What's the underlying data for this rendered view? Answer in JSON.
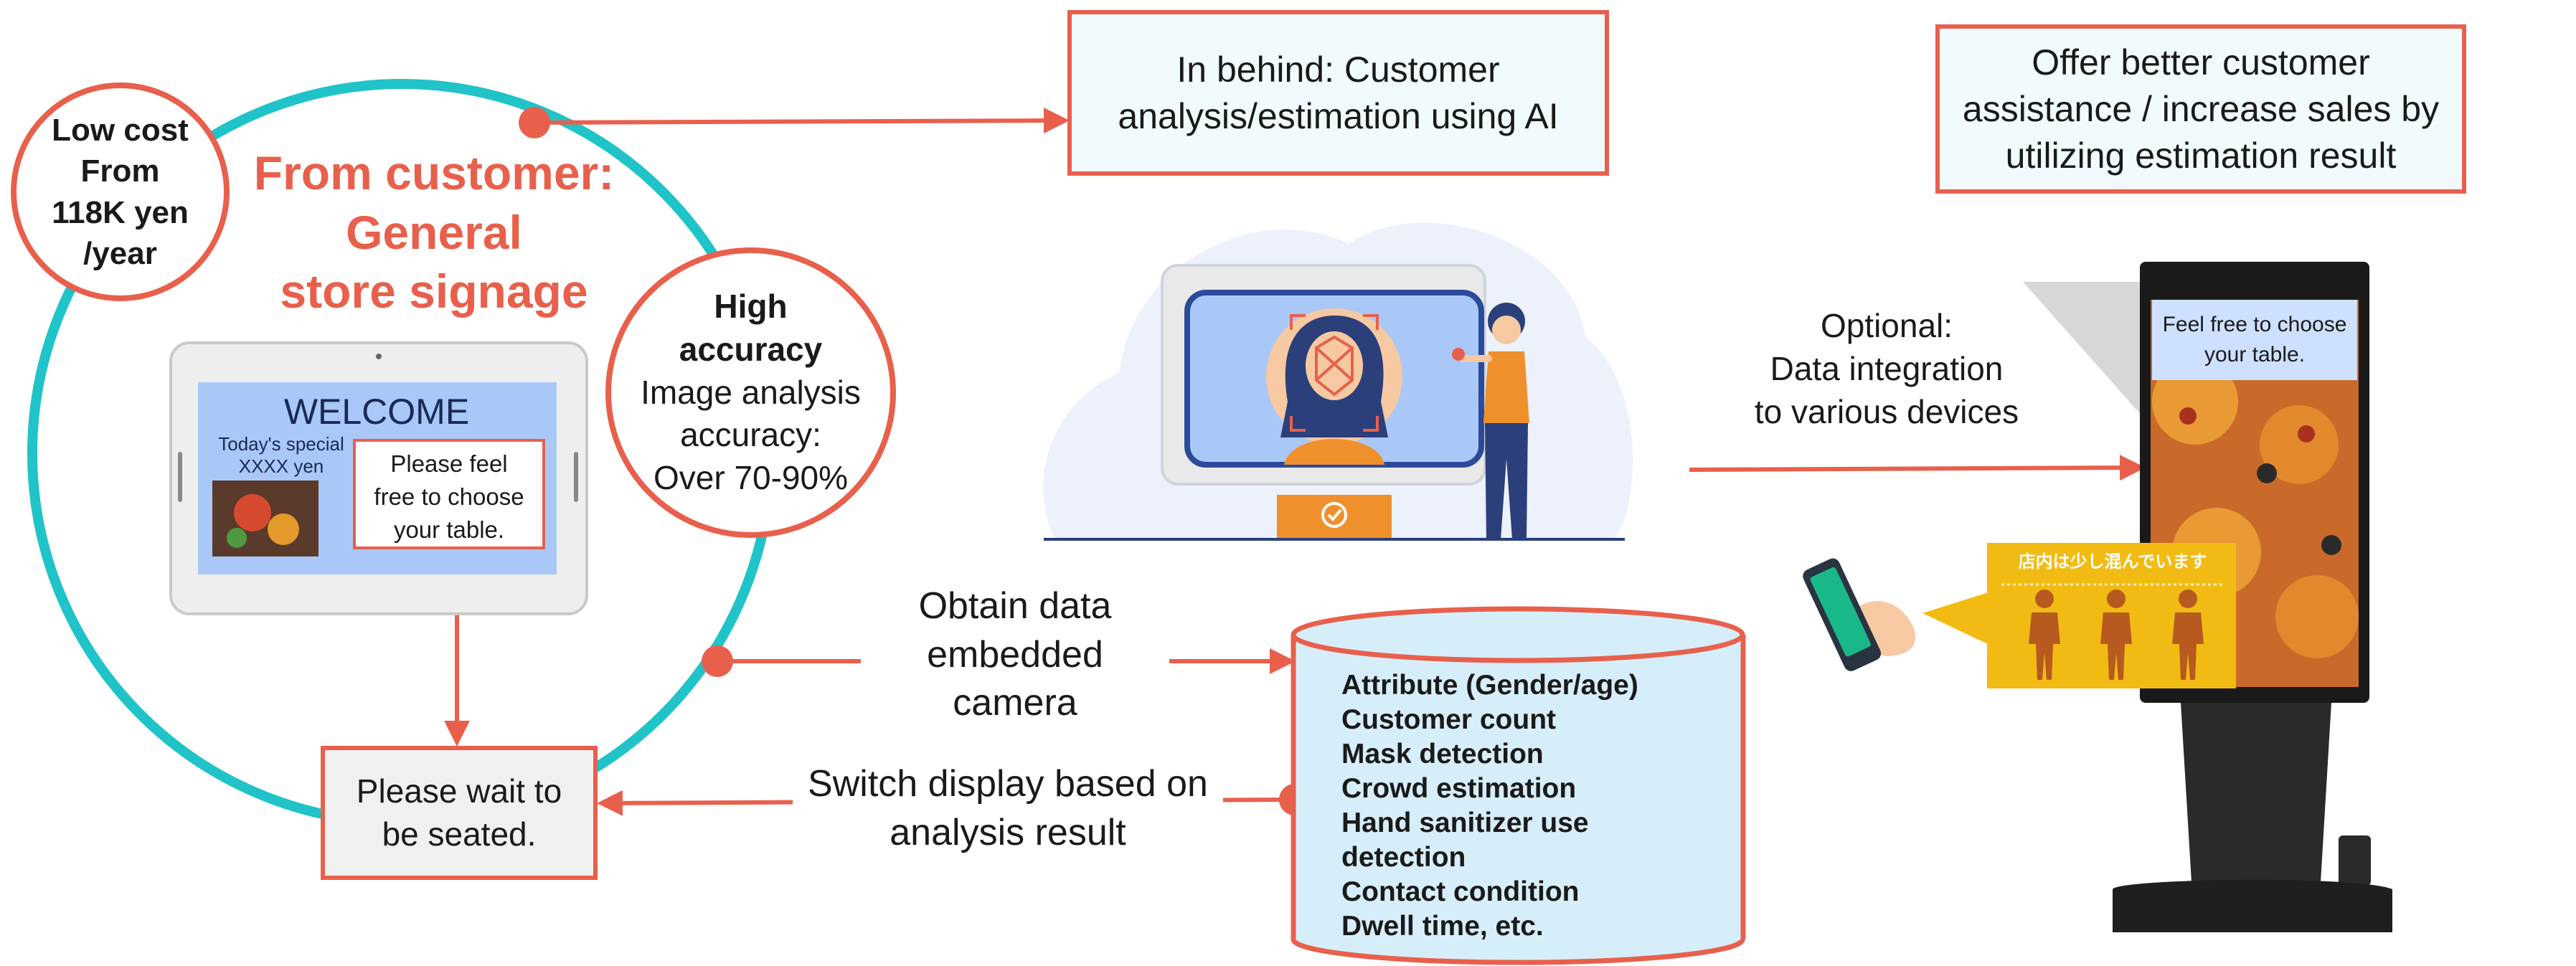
{
  "colors": {
    "accent": "#e8604c",
    "teal": "#20c3c8",
    "light_blue": "#d6eefa",
    "box_fill": "#f1fbfd",
    "signage_screen": "#a9c8f7",
    "gold": "#f2bb13",
    "person": "#b65a1f"
  },
  "customer_circle": {
    "title": "From customer:\nGeneral\nstore signage",
    "cost_bubble": "Low cost\nFrom\n118K yen\n/year",
    "accuracy_bubble": {
      "heading": "High\naccuracy",
      "body": "Image analysis\naccuracy:\nOver 70-90%"
    }
  },
  "tablet": {
    "welcome": "WELCOME",
    "special": "Today's special\nXXXX yen",
    "note": "Please feel\nfree to choose\nyour table."
  },
  "ai_box": "In behind: Customer\nanalysis/estimation using AI",
  "assistance_box": "Offer better customer\nassistance / increase sales by\nutilizing estimation result",
  "wait_box": "Please wait to\nbe seated.",
  "obtain_label": "Obtain data\nembedded camera",
  "switch_label": "Switch display based on\nanalysis result",
  "optional_label": "Optional:\nData integration\nto various devices",
  "database": {
    "items": [
      "Attribute (Gender/age)",
      "Customer count",
      "Mask detection",
      "Crowd estimation",
      "Hand sanitizer use",
      "detection",
      "Contact condition",
      "Dwell time, etc."
    ]
  },
  "kiosk": {
    "screen_text": "Feel free to choose\nyour table.",
    "banner_text": "店内は少し混んでいます"
  },
  "icons": {
    "face_scan": "face-scan-illustration",
    "phone": "smartphone-in-hand-icon",
    "person": "person-icon",
    "check": "check-icon"
  }
}
